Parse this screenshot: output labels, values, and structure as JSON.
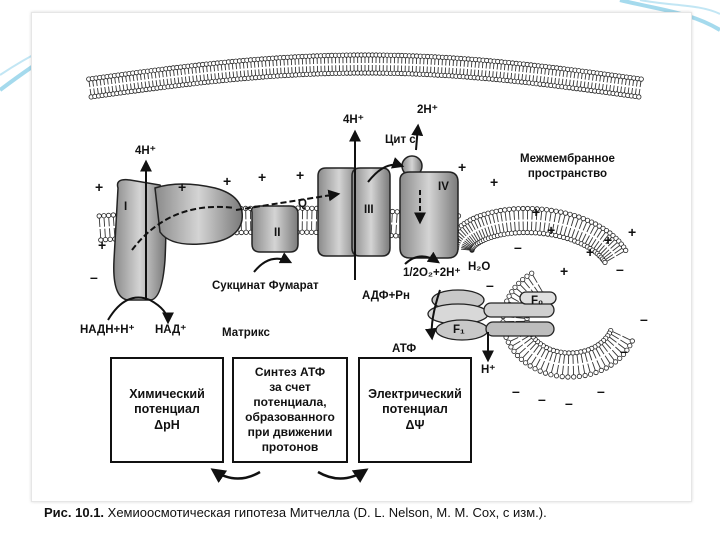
{
  "slide": {
    "accent": "#4fb3d9"
  },
  "labels": {
    "h4_left": "4H⁺",
    "h4_mid": "4H⁺",
    "h2_top": "2H⁺",
    "cyt_c": "Цит с",
    "intermembrane": "Межмембранное\nпространство",
    "complex_I": "I",
    "complex_II": "II",
    "complex_III": "III",
    "complex_IV": "IV",
    "q": "Q",
    "succinate_fumarate": "Сукцинат Фумарат",
    "water": "1/2O₂+2H⁺",
    "h2o": "H₂O",
    "adp": "АДФ+Pн",
    "atp": "АТФ",
    "f0": "F₀",
    "f1": "F₁",
    "matrix": "Матрикс",
    "nadh": "НАДН+Н⁺",
    "nad": "НАД⁺",
    "h_bottom": "H⁺"
  },
  "boxes": {
    "chemical": "Химический\nпотенциал\nΔpH",
    "synthesis": "Синтез АТФ\nза счет\nпотенциала,\nобразованного\nпри движении\nпротонов",
    "electric": "Электрический\nпотенциал\nΔΨ"
  },
  "caption": {
    "prefix": "Рис. 10.1.",
    "text": " Хемиоосмотическая гипотеза Митчелла (D. L. Nelson, M. M. Cox, с изм.)."
  }
}
